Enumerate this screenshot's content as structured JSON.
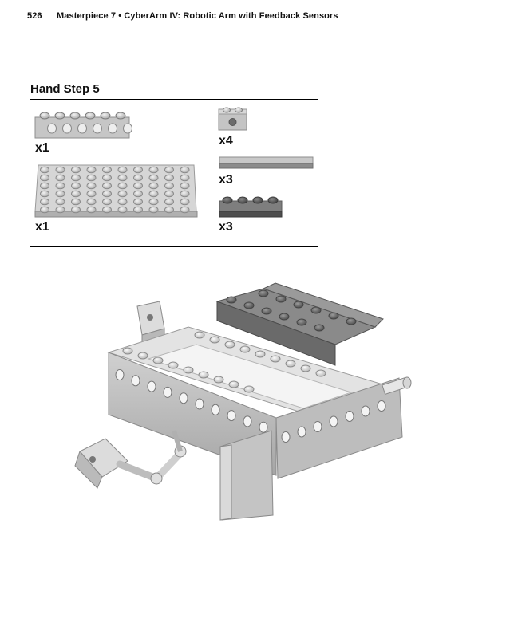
{
  "header": {
    "page_number": "526",
    "title": "Masterpiece 7 • CyberArm IV: Robotic Arm with Feedback Sensors"
  },
  "step": {
    "title": "Hand Step 5"
  },
  "parts": [
    {
      "id": "beam-1x6",
      "qty": "x1"
    },
    {
      "id": "plate-6x10",
      "qty": "x1"
    },
    {
      "id": "brick-1x2-hole",
      "qty": "x4"
    },
    {
      "id": "flat-tile-long",
      "qty": "x3"
    },
    {
      "id": "plate-1x4-dark",
      "qty": "x3"
    }
  ]
}
